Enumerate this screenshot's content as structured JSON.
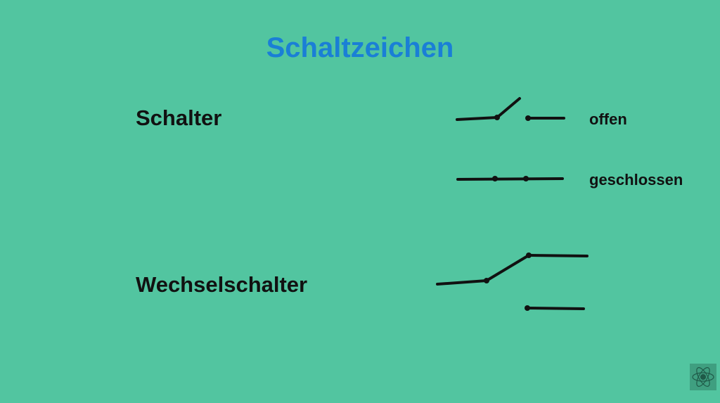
{
  "title": "Schaltzeichen",
  "sections": {
    "schalter": {
      "label": "Schalter",
      "states": {
        "open": "offen",
        "closed": "geschlossen"
      }
    },
    "wechselschalter": {
      "label": "Wechselschalter"
    }
  },
  "logo": {
    "icon": "atom-icon"
  },
  "colors": {
    "background": "#52c5a0",
    "title": "#1a7fd6",
    "symbols": "#111111"
  }
}
